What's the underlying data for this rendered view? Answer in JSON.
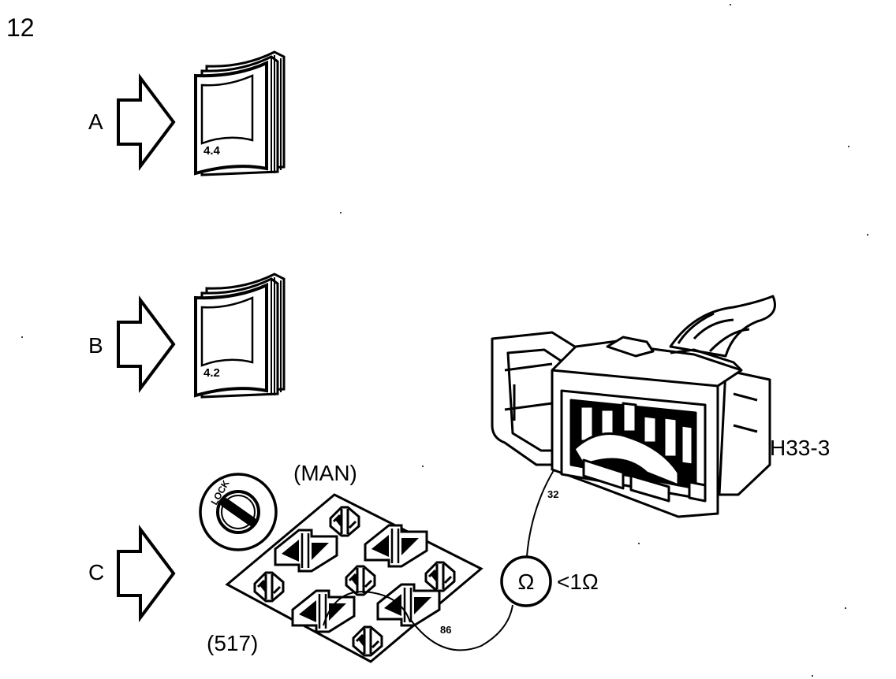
{
  "step_number": "12",
  "rows": [
    {
      "letter": "A",
      "manual_section": "4.4"
    },
    {
      "letter": "B",
      "manual_section": "4.2"
    },
    {
      "letter": "C"
    }
  ],
  "ignition": {
    "lock_label": "LOCK"
  },
  "relay_box": {
    "top_label": "(MAN)",
    "bottom_label": "(517)",
    "terminal": "86"
  },
  "connector": {
    "name": "H33-3",
    "pin": "32"
  },
  "meter": {
    "symbol": "Ω",
    "reading": "<1Ω"
  },
  "colors": {
    "ink": "#000000",
    "paper": "#ffffff"
  },
  "icons": [
    "arrow-right-icon",
    "manual-book-icon",
    "ignition-key-icon",
    "relay-socket-icon",
    "connector-plug-icon",
    "ohmmeter-icon"
  ]
}
